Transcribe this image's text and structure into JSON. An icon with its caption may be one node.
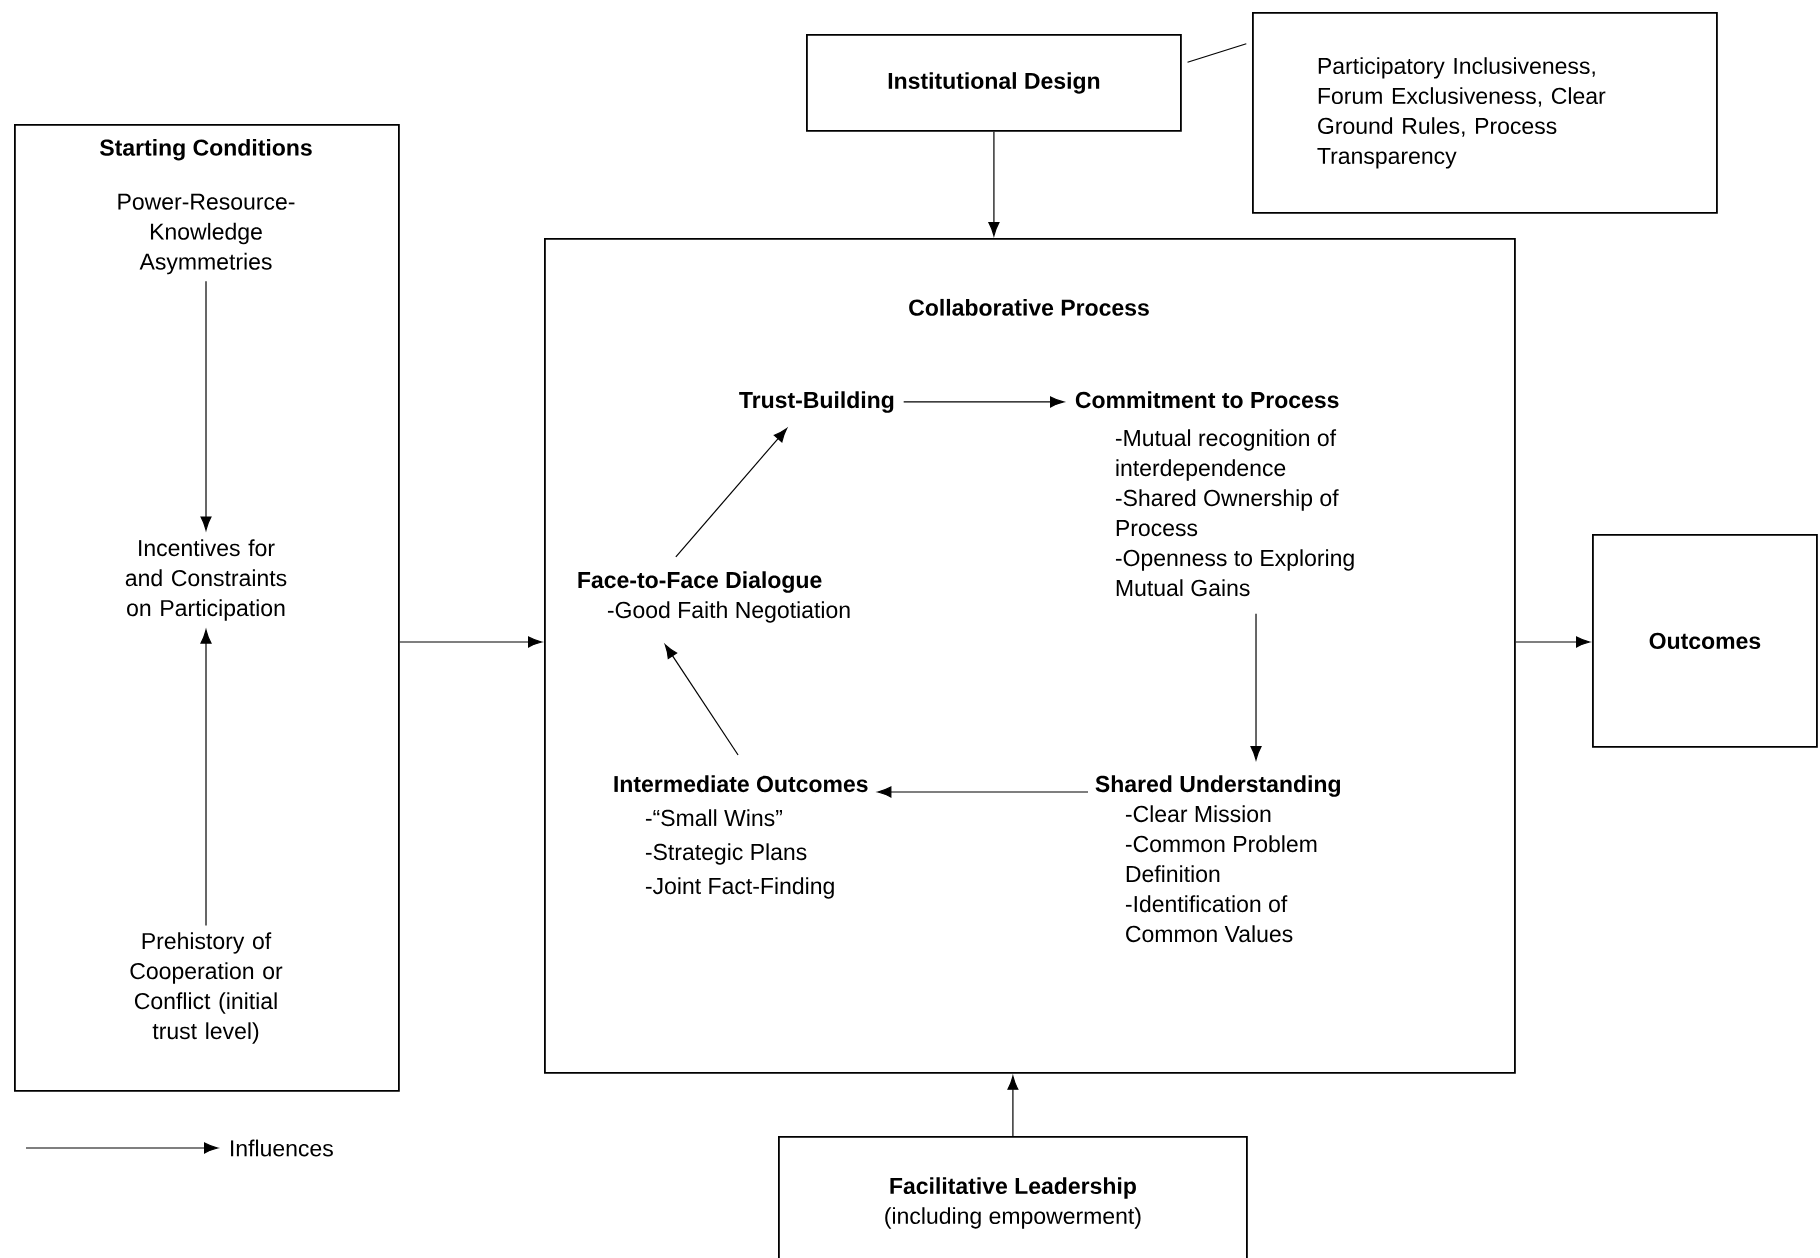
{
  "diagram": {
    "nodes": [
      {
        "text": [
          "Starting Conditions"
        ]
      },
      {
        "text": [
          "Power-Resource-Knowledge Asymmetries"
        ],
        "in": 0
      },
      {
        "text": [
          "Incentives for and Constraints on Participation"
        ],
        "in": 0
      },
      {
        "text": [
          "Prehistory of Cooperation or Conflict (initial trust level)"
        ],
        "in": 0
      },
      {
        "text": [
          "Institutional Design"
        ]
      },
      {
        "text": [
          "Participatory Inclusiveness, Forum Exclusiveness, Clear Ground Rules, Process Transparency"
        ]
      },
      {
        "text": [
          "Collaborative Process"
        ]
      },
      {
        "text": [
          "Trust-Building"
        ],
        "in": 6
      },
      {
        "text": [
          "Commitment to Process",
          "-Mutual recognition of interdependence",
          "-Shared Ownership of Process",
          "-Openness to Exploring Mutual Gains"
        ],
        "in": 6
      },
      {
        "text": [
          "Face-to-Face Dialogue",
          "-Good Faith Negotiation"
        ],
        "in": 6
      },
      {
        "text": [
          "Intermediate Outcomes",
          "-“Small Wins”",
          "-Strategic Plans",
          "-Joint Fact-Finding"
        ],
        "in": 6
      },
      {
        "text": [
          "Shared Understanding",
          "-Clear Mission",
          "-Common Problem Definition",
          "-Identification of Common Values"
        ],
        "in": 6
      },
      {
        "text": [
          "Outcomes"
        ]
      },
      {
        "text": [
          "Facilitative Leadership",
          "(including empowerment)"
        ]
      }
    ],
    "edges": [
      {
        "from": 1,
        "to": 2,
        "arrow": "to"
      },
      {
        "from": 3,
        "to": 2,
        "arrow": "to"
      },
      {
        "from": 0,
        "to": 6,
        "arrow": "to"
      },
      {
        "from": 4,
        "to": 5,
        "arrow": "none"
      },
      {
        "from": 4,
        "to": 6,
        "arrow": "to"
      },
      {
        "from": 6,
        "to": 12,
        "arrow": "to"
      },
      {
        "from": 13,
        "to": 6,
        "arrow": "to"
      },
      {
        "from": 9,
        "to": 7,
        "arrow": "to"
      },
      {
        "from": 7,
        "to": 8,
        "arrow": "to"
      },
      {
        "from": 8,
        "to": 11,
        "arrow": "to"
      },
      {
        "from": 11,
        "to": 10,
        "arrow": "to"
      },
      {
        "from": 10,
        "to": 9,
        "arrow": "to"
      }
    ],
    "legend": [
      {
        "text": "Influences"
      }
    ]
  }
}
